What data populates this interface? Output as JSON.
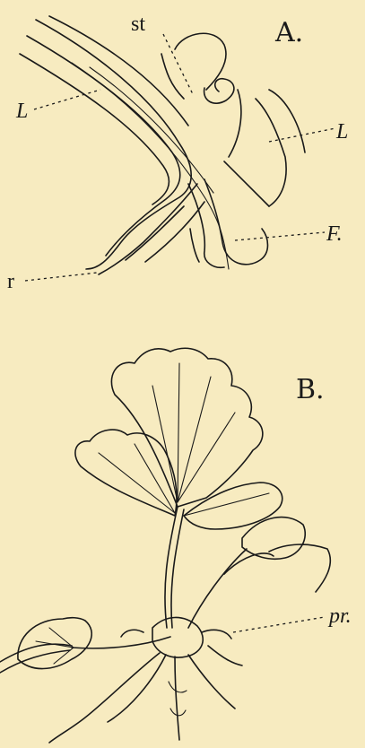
{
  "figure_a": {
    "label": "A.",
    "parts": {
      "stipule": "st",
      "leaf_upper": "L",
      "leaf_right": "L",
      "flower": "F.",
      "root": "r"
    }
  },
  "figure_b": {
    "label": "B.",
    "parts": {
      "process": "pr."
    }
  }
}
